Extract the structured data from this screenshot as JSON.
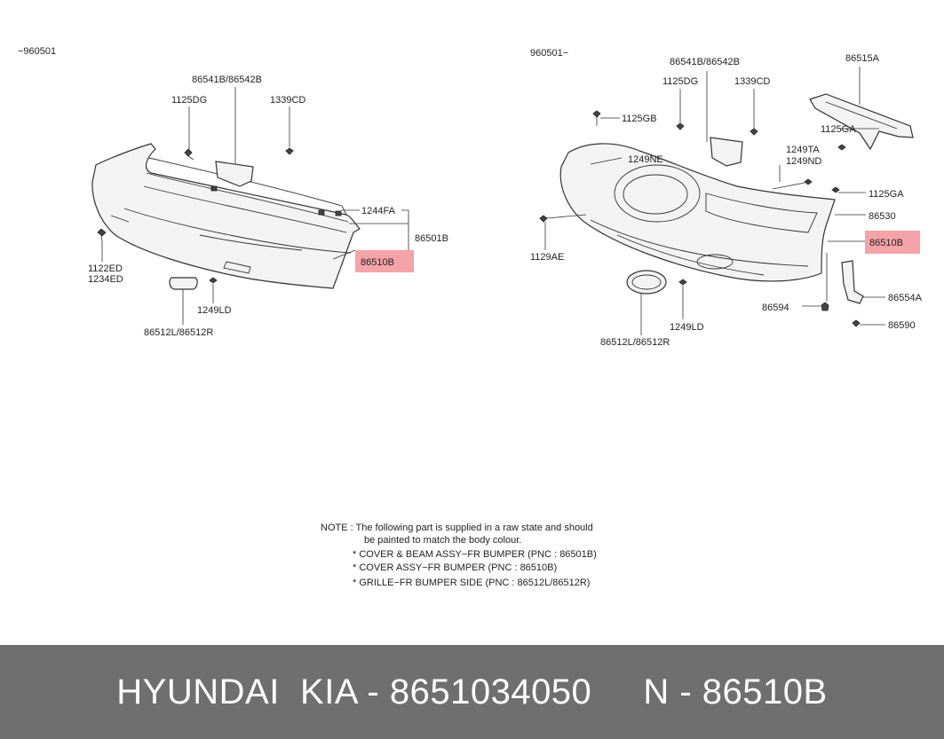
{
  "left_panel": {
    "period": "−960501",
    "labels": {
      "bracket": "86541B/86542B",
      "bolt_a": "1125DG",
      "bolt_b": "1339CD",
      "fastener": "1244FA",
      "assembly": "86501B",
      "cover": "86510B",
      "screw_a": "1122ED",
      "screw_b": "1234ED",
      "bolt_c": "1249LD",
      "grille": "86512L/86512R"
    }
  },
  "right_panel": {
    "period": "960501−",
    "labels": {
      "bracket": "86541B/86542B",
      "beam": "86515A",
      "bolt_a": "1125DG",
      "bolt_b": "1339CD",
      "bolt_gb": "1125GB",
      "bolt_ga_top": "1125GA",
      "bolt_ne": "1249NE",
      "bolt_ta": "1249TA",
      "bolt_nd": "1249ND",
      "bolt_ga": "1125GA",
      "absorber": "86530",
      "cover": "86510B",
      "bolt_ae": "1129AE",
      "bolt_ld": "1249LD",
      "grille": "86512L/86512R",
      "clip": "86594",
      "bracket_side": "86554A",
      "nut": "86590"
    }
  },
  "note": {
    "lines": [
      "NOTE : The following part is supplied in a raw state and should",
      "be painted to match the body colour.",
      "* COVER & BEAM ASSY−FR BUMPER (PNC : 86501B)",
      "* COVER ASSY−FR BUMPER (PNC : 86510B)",
      "* GRILLE−FR BUMPER SIDE (PNC : 86512L/86512R)"
    ]
  },
  "footer": {
    "text": "HYUNDAI  KIA - 8651034050     N - 86510B"
  },
  "colors": {
    "highlight": "#f4a3a8",
    "footer_bg": "#6f6f6f"
  }
}
